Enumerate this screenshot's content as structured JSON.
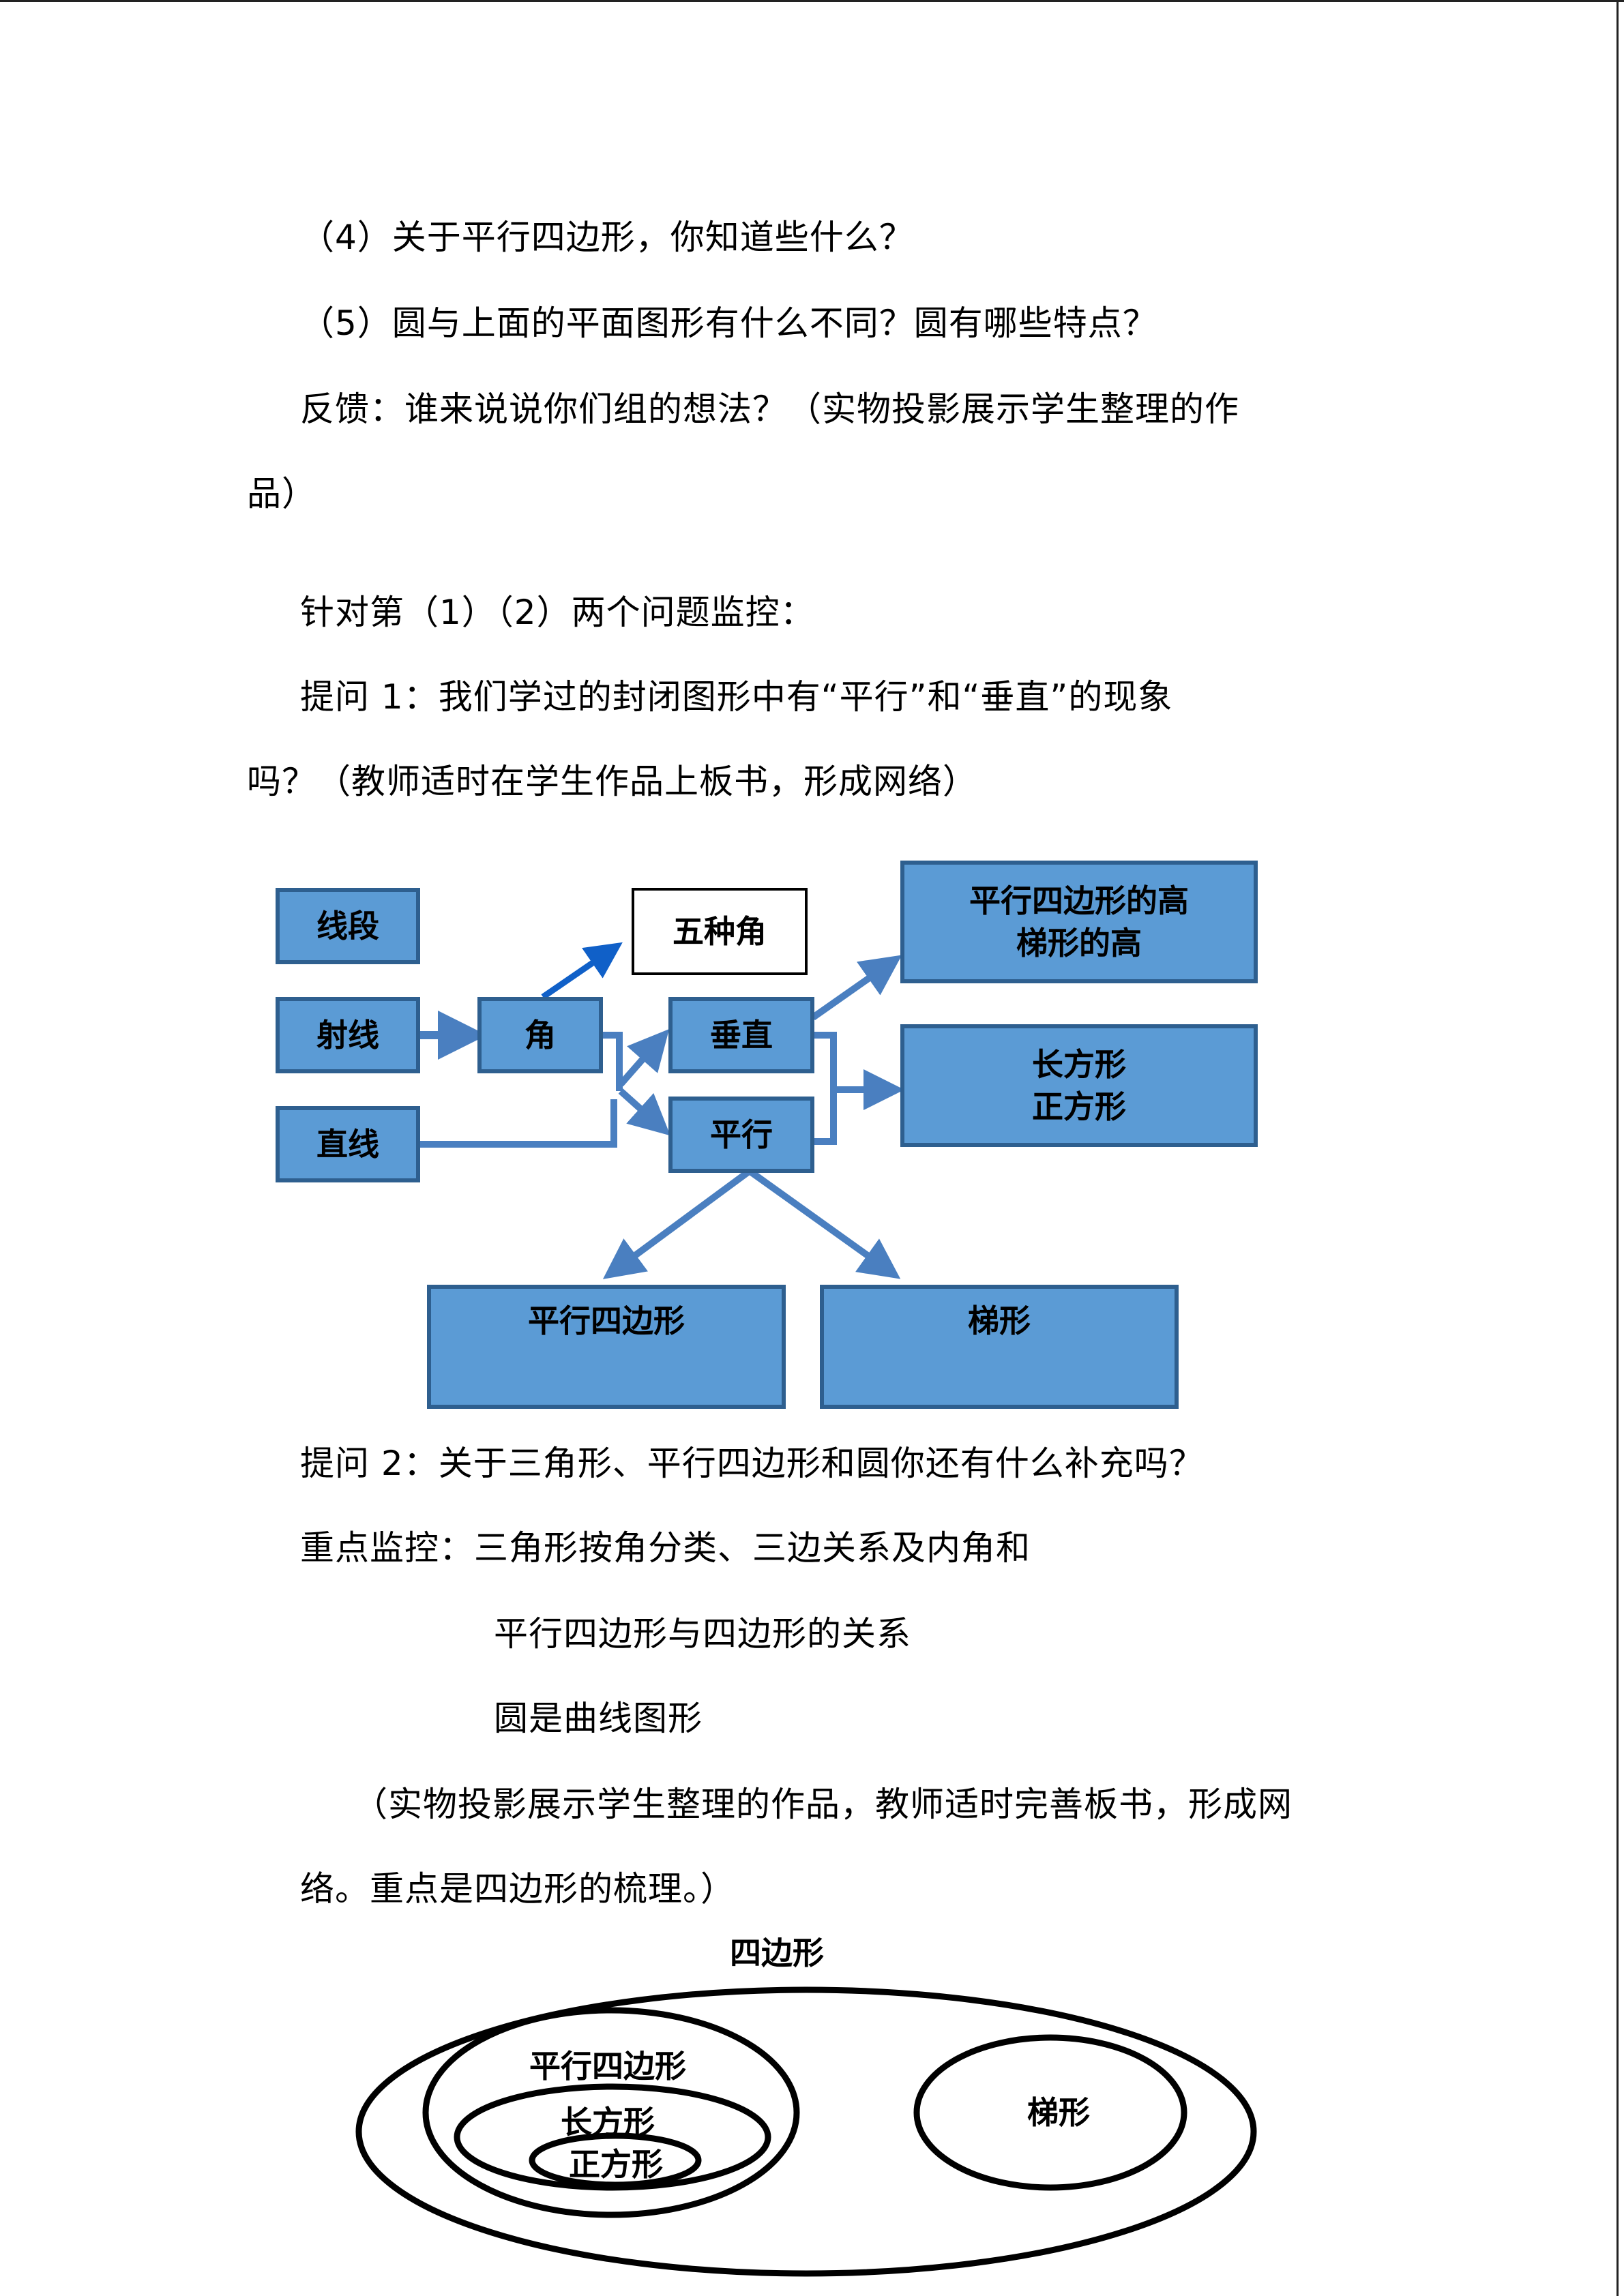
{
  "paragraphs": {
    "q4": "（4）关于平行四边形，你知道些什么？",
    "q5": "（5）圆与上面的平面图形有什么不同？圆有哪些特点？",
    "feedback_line1": "反馈：谁来说说你们组的想法？（实物投影展示学生整理的作",
    "feedback_line2": "品）",
    "monitor_q12": "针对第（1）（2）两个问题监控：",
    "question1_line1": "提问 1：我们学过的封闭图形中有“平行”和“垂直”的现象",
    "question1_line2": "吗？（教师适时在学生作品上板书，形成网络）",
    "question2": "提问 2：关于三角形、平行四边形和圆你还有什么补充吗？",
    "key_monitor": "重点监控：三角形按角分类、三边关系及内角和",
    "key_monitor_2": "平行四边形与四边形的关系",
    "key_monitor_3": "圆是曲线图形",
    "projection_line1": "（实物投影展示学生整理的作品，教师适时完善板书，形成网",
    "projection_line2": "络。重点是四边形的梳理。）"
  },
  "flowchart": {
    "segment": "线段",
    "ray": "射线",
    "line": "直线",
    "angle": "角",
    "five_angles": "五种角",
    "perpendicular": "垂直",
    "parallel": "平行",
    "heights_line1": "平行四边形的高",
    "heights_line2": "梯形的高",
    "rect_line1": "长方形",
    "rect_line2": "正方形",
    "parallelogram": "平行四边形",
    "trapezoid": "梯形",
    "colors": {
      "box_fill": "#5b9bd5",
      "box_border": "#2e5f8f",
      "arrow": "#4a7fc0",
      "accent_arrow": "#1060c8"
    }
  },
  "venn": {
    "title": "四边形",
    "parallelogram": "平行四边形",
    "rectangle": "长方形",
    "square": "正方形",
    "trapezoid": "梯形"
  }
}
